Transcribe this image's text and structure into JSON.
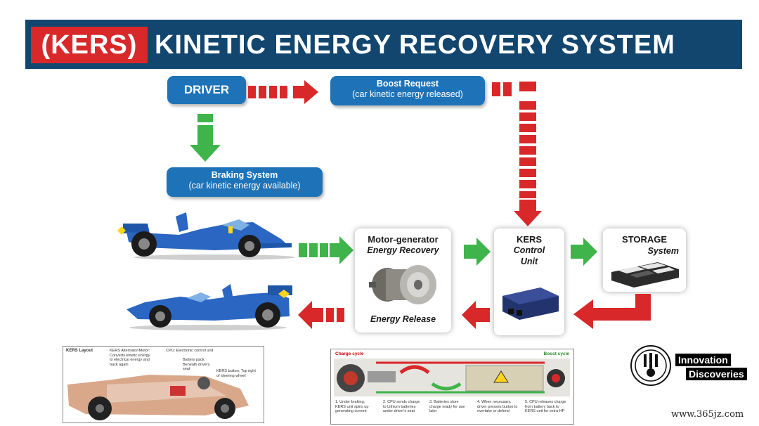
{
  "title": {
    "acronym": "(KERS)",
    "text": "KINETIC ENERGY RECOVERY SYSTEM"
  },
  "driver": {
    "label": "DRIVER"
  },
  "boost_request": {
    "line1": "Boost Request",
    "line2": "(car kinetic energy released)"
  },
  "braking_system": {
    "line1": "Braking System",
    "line2": "(car kinetic energy available)"
  },
  "motor_generator": {
    "title": "Motor-generator",
    "subtitle": "Energy Recovery",
    "footer": "Energy Release"
  },
  "kers_control": {
    "line1": "KERS",
    "line2": "Control",
    "line3": "Unit"
  },
  "storage": {
    "title": "STORAGE",
    "subtitle": "System"
  },
  "inset_left": {
    "title": "KERS Layout",
    "alternator": "KERS Alternator/Motor: Converts kinetic energy to electrical energy and back again",
    "cpu": "CPU: Electronic control unit",
    "battery": "Battery pack: Beneath drivers seat",
    "button": "KERS button: Top right of steering wheel"
  },
  "inset_right": {
    "charge_cycle": "Charge cycle",
    "boost_cycle": "Boost cycle",
    "steps": [
      "1. Under braking, KERS unit spins up generating current",
      "2. CPU sends charge to Lithium batteries under driver's seat",
      "3. Batteries store charge ready for use later",
      "4. When necessary, driver presses button to overtake or defend",
      "5. CPU releases charge from battery back to KERS unit for extra HP"
    ]
  },
  "logo": {
    "line1": "Innovation",
    "line2": "Discoveries"
  },
  "website": "www.365jz.com",
  "colors": {
    "banner": "#12466e",
    "red": "#d9282a",
    "green": "#3fb44a",
    "blue_box": "#1e73b8",
    "car_blue": "#2a66c2"
  }
}
